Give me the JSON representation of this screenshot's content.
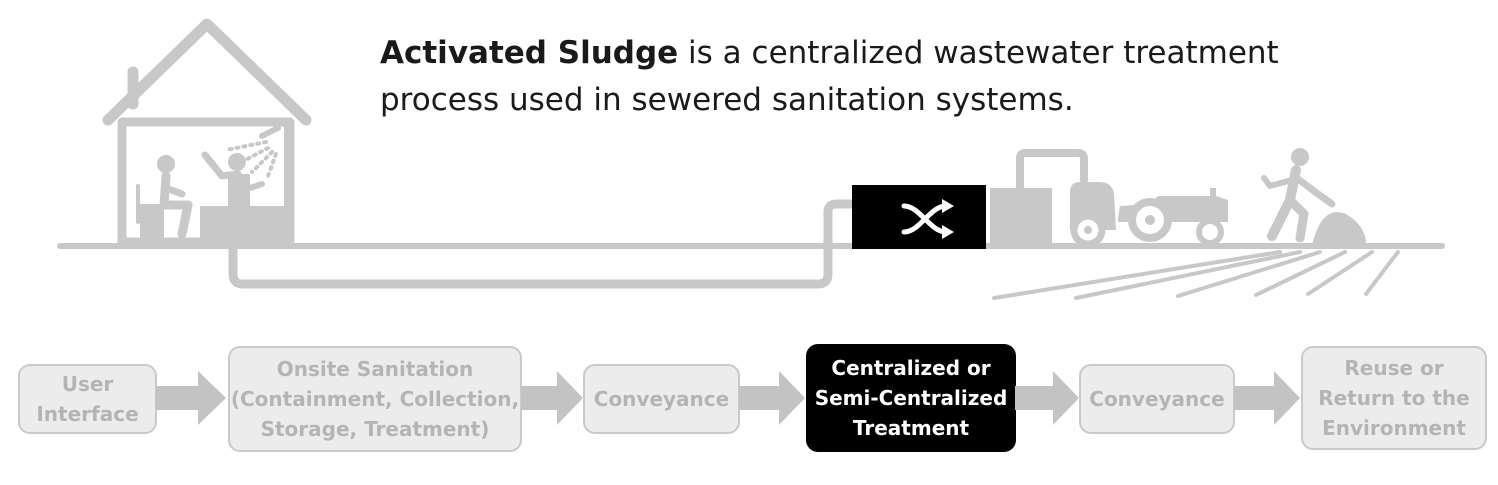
{
  "headline": {
    "bold": "Activated Sludge",
    "rest_line1": " is a centralized wastewater treatment",
    "line2": "process used in sewered sanitation systems."
  },
  "flow": [
    {
      "lines": [
        "User",
        "Interface"
      ],
      "active": false
    },
    {
      "lines": [
        "Onsite Sanitation",
        "(Containment, Collection,",
        "Storage, Treatment)"
      ],
      "active": false
    },
    {
      "lines": [
        "Conveyance"
      ],
      "active": false
    },
    {
      "lines": [
        "Centralized or",
        "Semi-Centralized",
        "Treatment"
      ],
      "active": true
    },
    {
      "lines": [
        "Conveyance"
      ],
      "active": false
    },
    {
      "lines": [
        "Reuse or",
        "Return to the",
        "Environment"
      ],
      "active": false
    }
  ],
  "icons": [
    "house-icon",
    "toilet-user-icon",
    "shower-user-icon",
    "sewer-pipe-icon",
    "treatment-plant-icon",
    "shuffle-icon",
    "tanker-truck-icon",
    "tractor-icon",
    "farmer-icon",
    "field-furrows-icon"
  ],
  "colors": {
    "gray_illustration": "#c8c8c8",
    "step_bg": "#ececec",
    "step_text": "#b4b4b4",
    "active": "#000000",
    "arrow": "#c3c3c3"
  }
}
